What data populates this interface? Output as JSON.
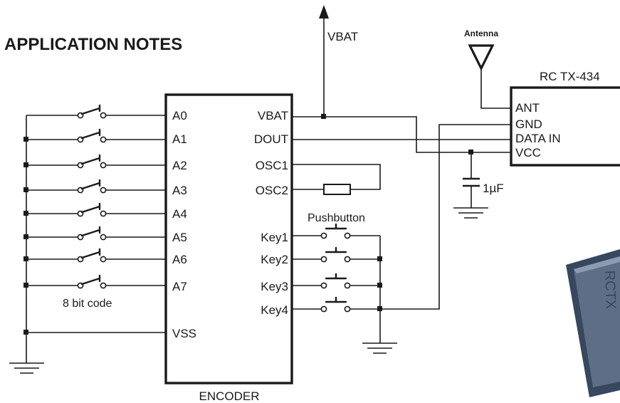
{
  "title": "APPLICATION NOTES",
  "encoder": {
    "name": "ENCODER",
    "left_pins": [
      "A0",
      "A1",
      "A2",
      "A3",
      "A4",
      "A5",
      "A6",
      "A7",
      "VSS"
    ],
    "right_pins": [
      "VBAT",
      "DOUT",
      "OSC1",
      "OSC2",
      "Key1",
      "Key2",
      "Key3",
      "Key4"
    ]
  },
  "code_label": "8 bit code",
  "pushbutton_label": "Pushbutton",
  "vbat_label": "VBAT",
  "antenna_label": "Antenna",
  "transmitter": {
    "name": "RC TX-434",
    "pins": [
      "ANT",
      "GND",
      "DATA IN",
      "VCC"
    ]
  },
  "capacitor_label": "1µF",
  "module_photo_text": "RCTX",
  "colors": {
    "ink": "#1a1a1a",
    "module_body": "#37475e",
    "module_label": "#c9ccd0"
  }
}
